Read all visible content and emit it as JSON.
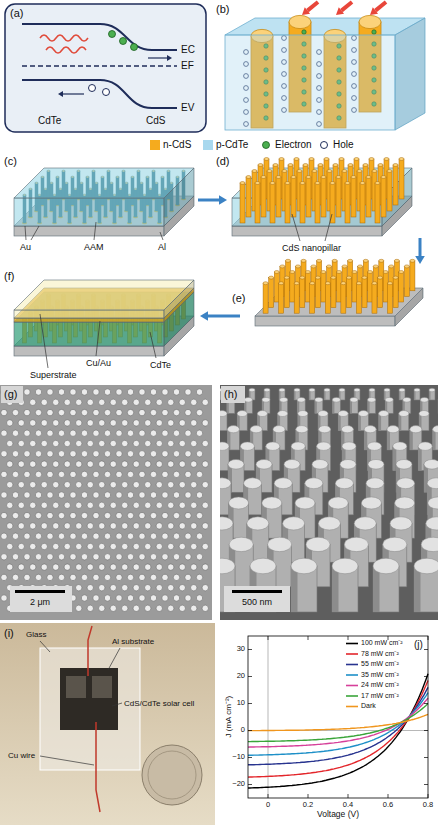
{
  "diagram": {
    "labels": [
      "(a)",
      "CdTe",
      "CdS",
      "EC",
      "EF",
      "EV",
      "(b)",
      "(c)",
      "Au",
      "AAM",
      "Al",
      "(d)",
      "CdS nanopillar",
      "(e)",
      "(f)",
      "CdTe",
      "Cu/Au",
      "Superstrate",
      "(g)",
      "2 μm",
      "(h)",
      "500 nm",
      "(i)",
      "Glass",
      "Al substrate",
      "CdS/CdTe solar cell",
      "Cu wire",
      "(j)",
      "J (mA cm⁻²)",
      "Voltage (V)",
      "30",
      "20",
      "10",
      "0",
      "−10",
      "−20",
      "0",
      "0.2",
      "0.4",
      "0.6",
      "0.8"
    ],
    "legend": [
      {
        "text": "n-CdS",
        "color": "#f5ab1e"
      },
      {
        "text": "p-CdTe",
        "color": "#a8d8ee"
      },
      {
        "text": "Electron"
      },
      {
        "text": "Hole"
      },
      {
        "text": "100 mW cm⁻²"
      },
      {
        "text": "78 mW cm⁻²"
      },
      {
        "text": "55 mW cm⁻²"
      },
      {
        "text": "35 mW cm⁻²"
      },
      {
        "text": "24 mW cm⁻²"
      },
      {
        "text": "17 mW cm⁻²"
      },
      {
        "text": "Dark"
      }
    ]
  }
}
